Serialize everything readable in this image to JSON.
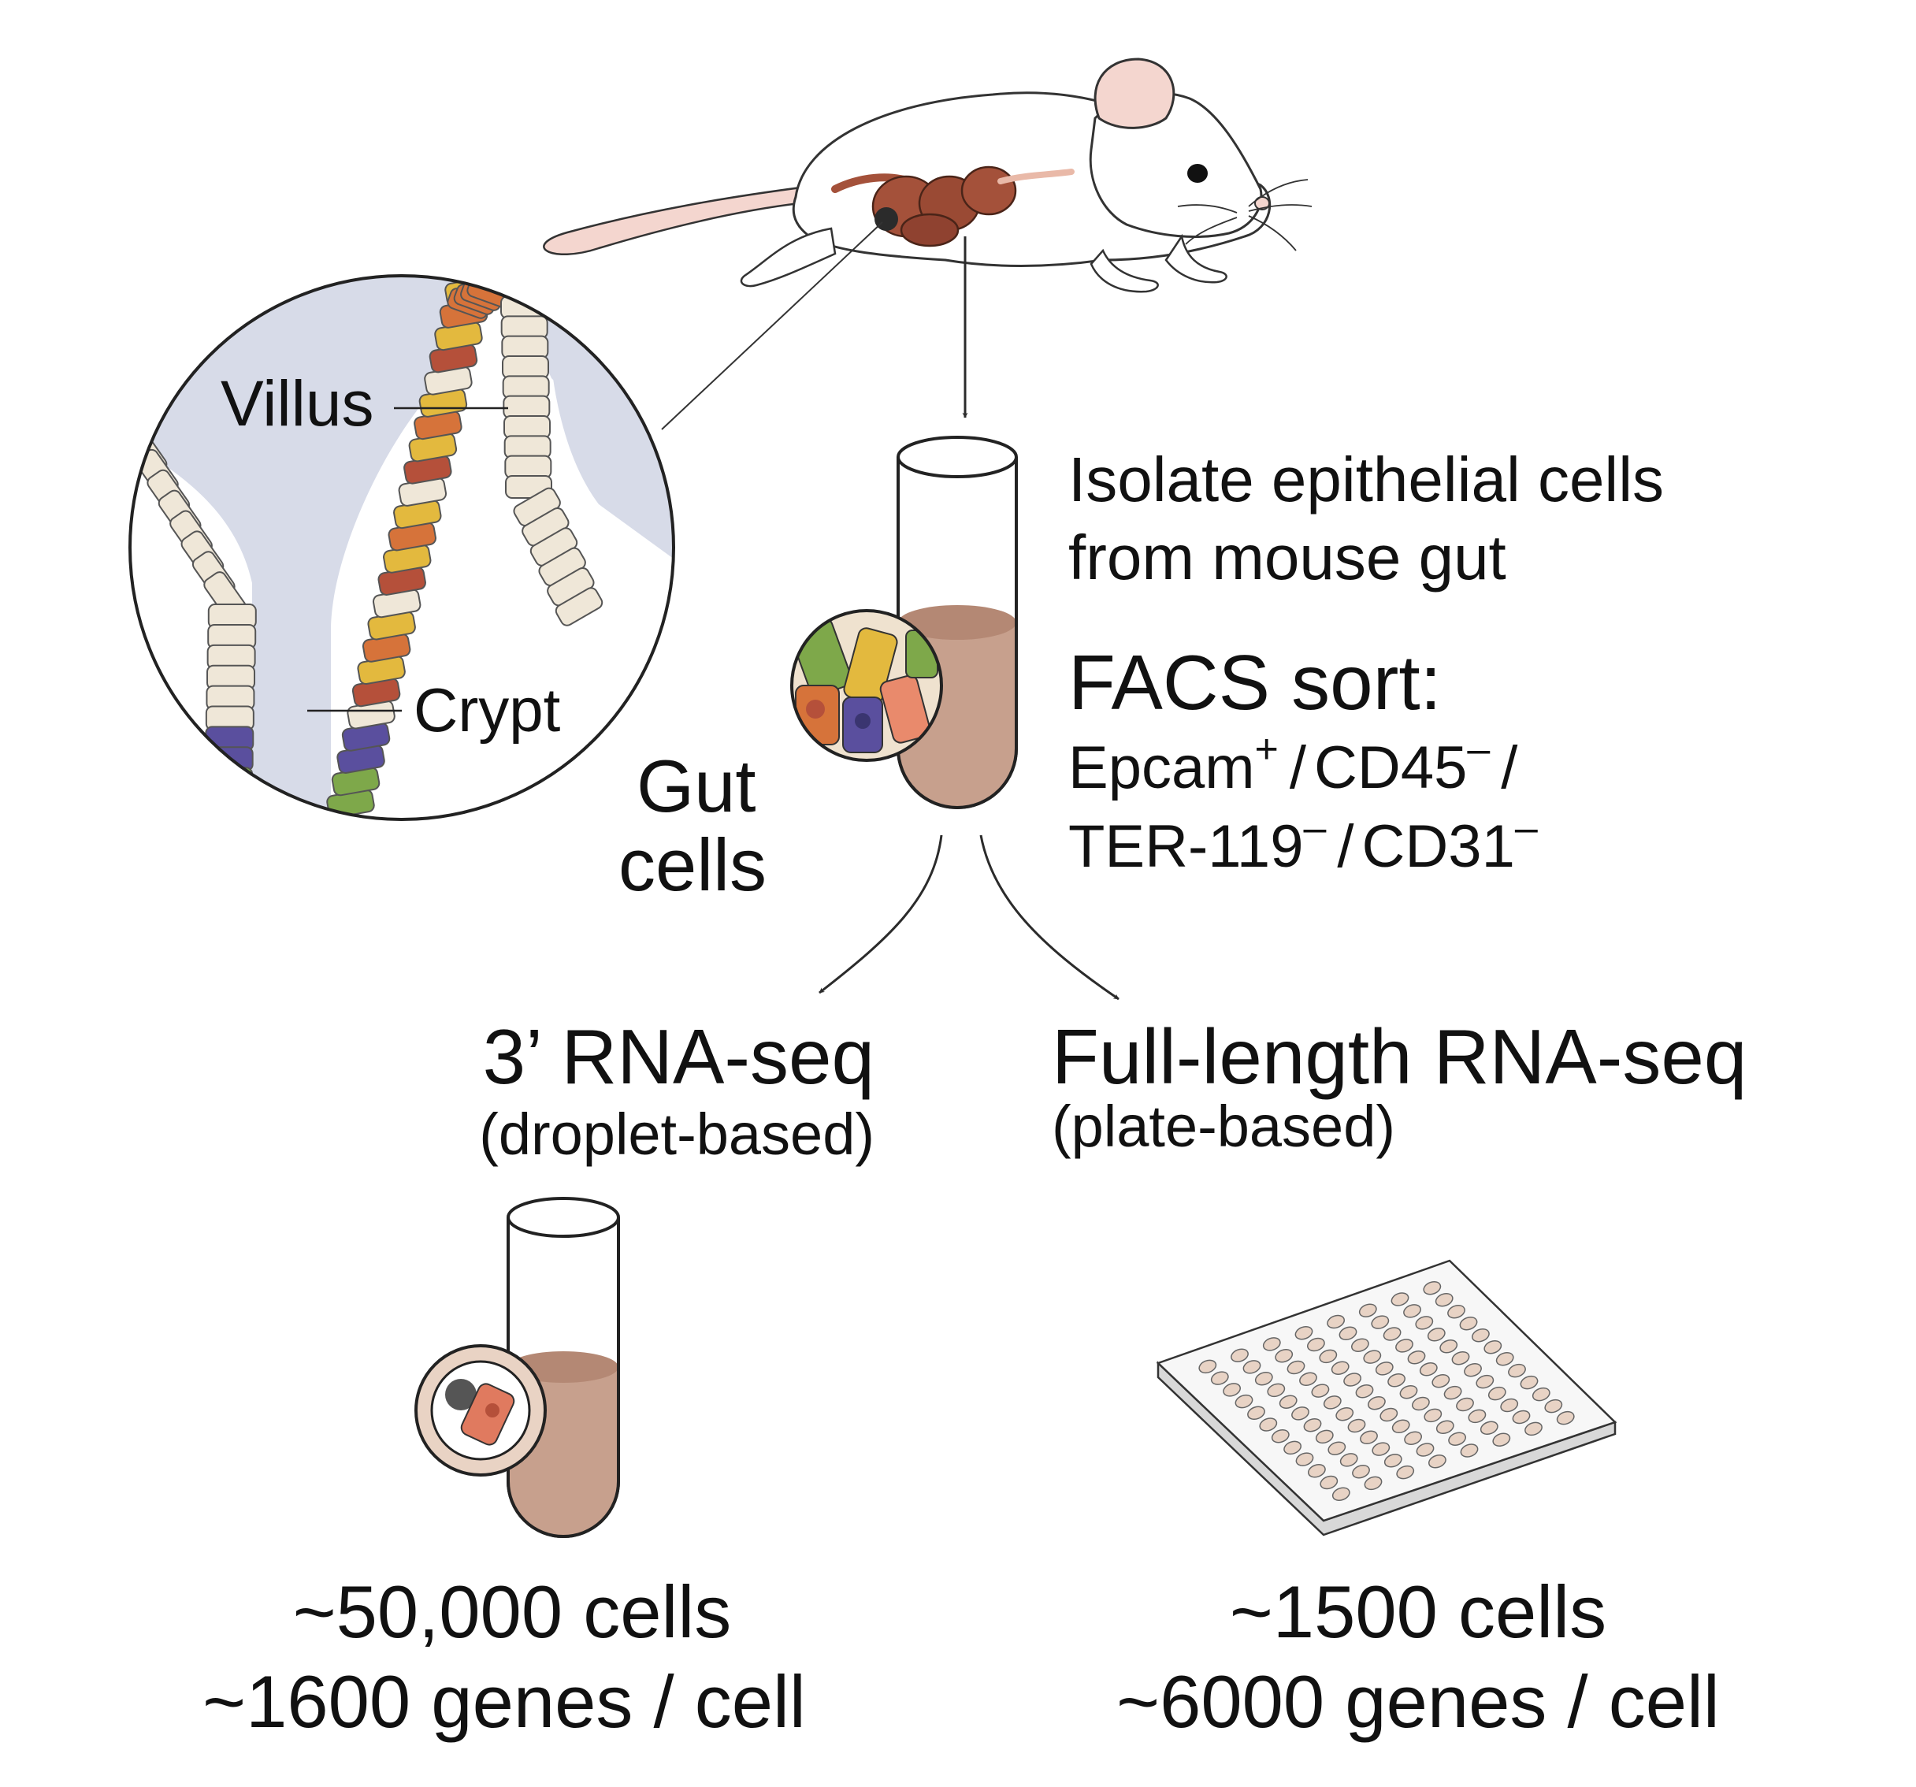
{
  "labels": {
    "villus": "Villus",
    "crypt": "Crypt",
    "gut": "Gut",
    "cells": "cells",
    "isolate_line1": "Isolate epithelial cells",
    "isolate_line2": "from mouse gut",
    "facs_title": "FACS sort:",
    "facs_epcam": "Epcam",
    "facs_plus": "+",
    "facs_cd45": "CD45",
    "facs_ter": "TER-119",
    "facs_cd31": "CD31",
    "minus": "–",
    "slash": "/"
  },
  "left_branch": {
    "title": "3’ RNA-seq",
    "subtitle": "(droplet-based)",
    "cells": "~50,000 cells",
    "genes": "~1600 genes / cell"
  },
  "right_branch": {
    "title": "Full-length RNA-seq",
    "subtitle": "(plate-based)",
    "cells": "~1500 cells",
    "genes": "~6000 genes / cell"
  },
  "colors": {
    "lumen": "#d7dbe8",
    "enterocyte": "#efe7d8",
    "stem": "#5a4f9e",
    "paneth": "#7ea84a",
    "goblet": "#e3b93e",
    "enteroendocrine": "#d6733a",
    "tuft": "#b5503a",
    "tube_liquid": "#c7a08d",
    "intestine": "#a4513a",
    "mouse_body": "#ffffff",
    "mouse_pink": "#f4d6cf",
    "plate": "#f2f2f2",
    "well": "#e8d3c5"
  }
}
